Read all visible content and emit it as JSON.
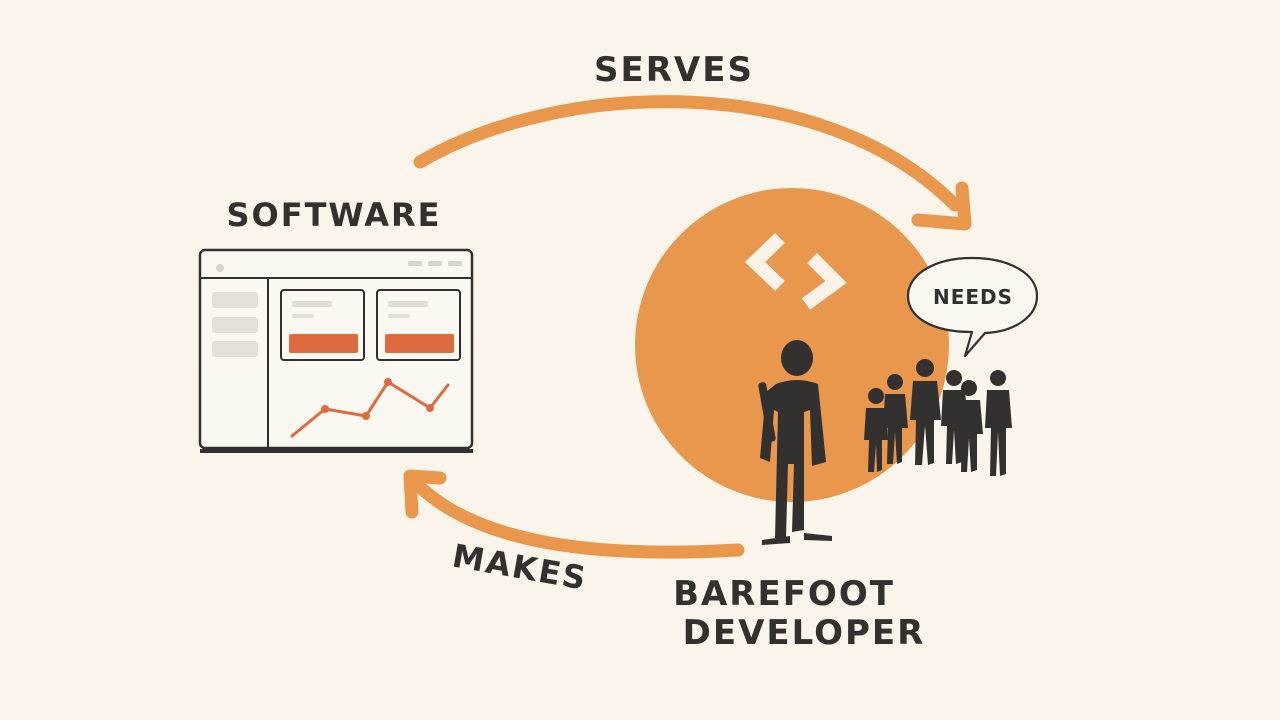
{
  "labels": {
    "serves": "SERVES",
    "software": "SOFTWARE",
    "makes": "MAKES",
    "needs": "NEEDS",
    "barefoot_line1": "BAREFOOT",
    "barefoot_line2": "DEVELOPER"
  },
  "icons": {
    "center": "code-brackets-icon",
    "developer": "person-icon",
    "community": "people-group-icon"
  },
  "colors": {
    "background": "#faf4ea",
    "accent": "#e9974c",
    "ink": "#33312f",
    "bar": "#de6a40"
  }
}
